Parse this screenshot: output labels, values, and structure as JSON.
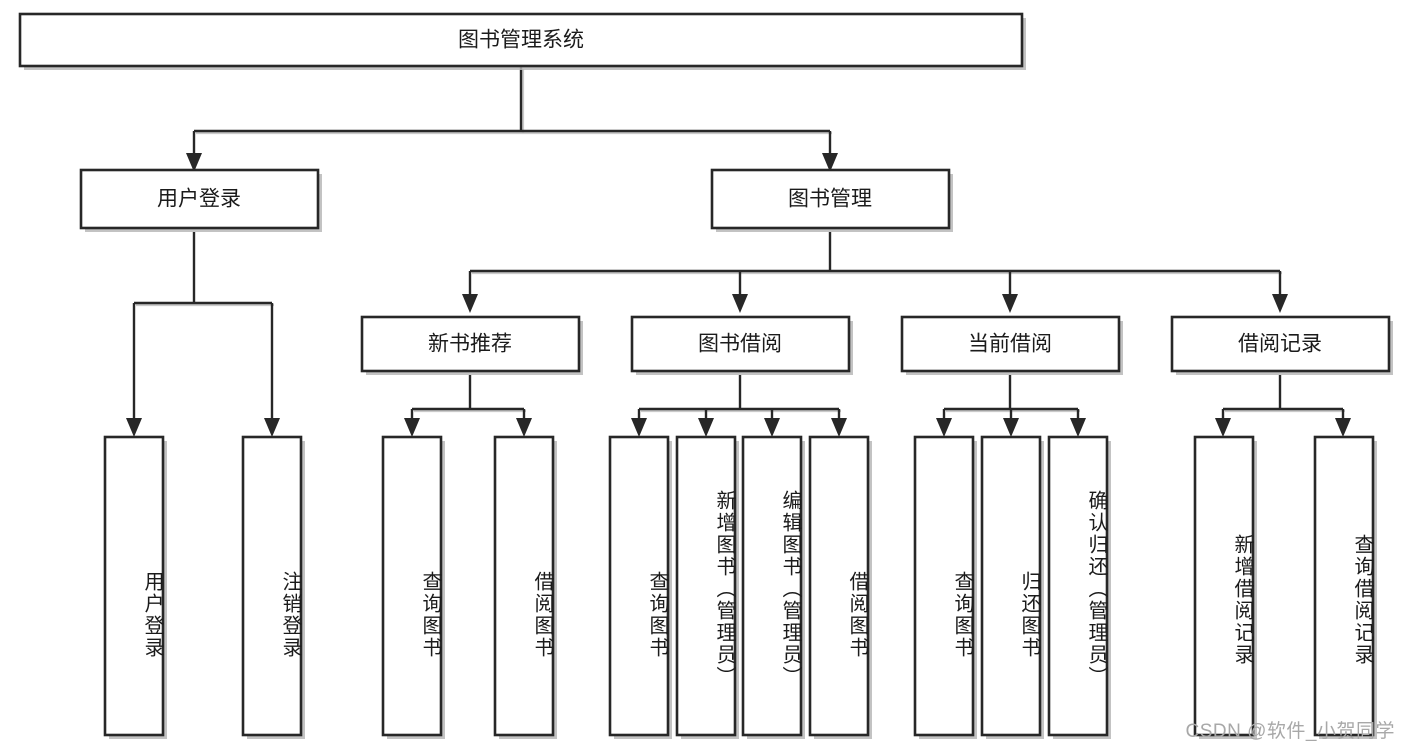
{
  "diagram": {
    "type": "tree",
    "title": "图书管理系统",
    "orientation": "top-down",
    "root": {
      "id": "root",
      "label": "图书管理系统"
    },
    "level1": [
      {
        "id": "user-login",
        "label": "用户登录"
      },
      {
        "id": "book-manage",
        "label": "图书管理"
      }
    ],
    "level2": [
      {
        "id": "new-book-recommend",
        "label": "新书推荐",
        "parent": "book-manage"
      },
      {
        "id": "book-borrow",
        "label": "图书借阅",
        "parent": "book-manage"
      },
      {
        "id": "current-borrow",
        "label": "当前借阅",
        "parent": "book-manage"
      },
      {
        "id": "borrow-record",
        "label": "借阅记录",
        "parent": "book-manage"
      }
    ],
    "leaves": {
      "user-login": [
        {
          "id": "leaf-user-login",
          "label": "用户登录"
        },
        {
          "id": "leaf-user-logout",
          "label": "注销登录"
        }
      ],
      "new-book-recommend": [
        {
          "id": "leaf-query-book-1",
          "label": "查询图书"
        },
        {
          "id": "leaf-borrow-book-1",
          "label": "借阅图书"
        }
      ],
      "book-borrow": [
        {
          "id": "leaf-query-book-2",
          "label": "查询图书"
        },
        {
          "id": "leaf-add-book",
          "label": "新增图书（管理员）"
        },
        {
          "id": "leaf-edit-book",
          "label": "编辑图书（管理员）"
        },
        {
          "id": "leaf-borrow-book-2",
          "label": "借阅图书"
        }
      ],
      "current-borrow": [
        {
          "id": "leaf-query-book-3",
          "label": "查询图书"
        },
        {
          "id": "leaf-return-book",
          "label": "归还图书"
        },
        {
          "id": "leaf-confirm-return",
          "label": "确认归还（管理员）"
        }
      ],
      "borrow-record": [
        {
          "id": "leaf-add-record",
          "label": "新增借阅记录"
        },
        {
          "id": "leaf-query-record",
          "label": "查询借阅记录"
        }
      ]
    }
  },
  "watermark": {
    "text": "CSDN @软件_小贺同学"
  },
  "colors": {
    "box_stroke": "#272727",
    "box_fill": "#ffffff",
    "text": "#1b1b1b",
    "shadow": "#b8b8b8",
    "watermark": "#a8a8a8",
    "background": "#ffffff"
  }
}
